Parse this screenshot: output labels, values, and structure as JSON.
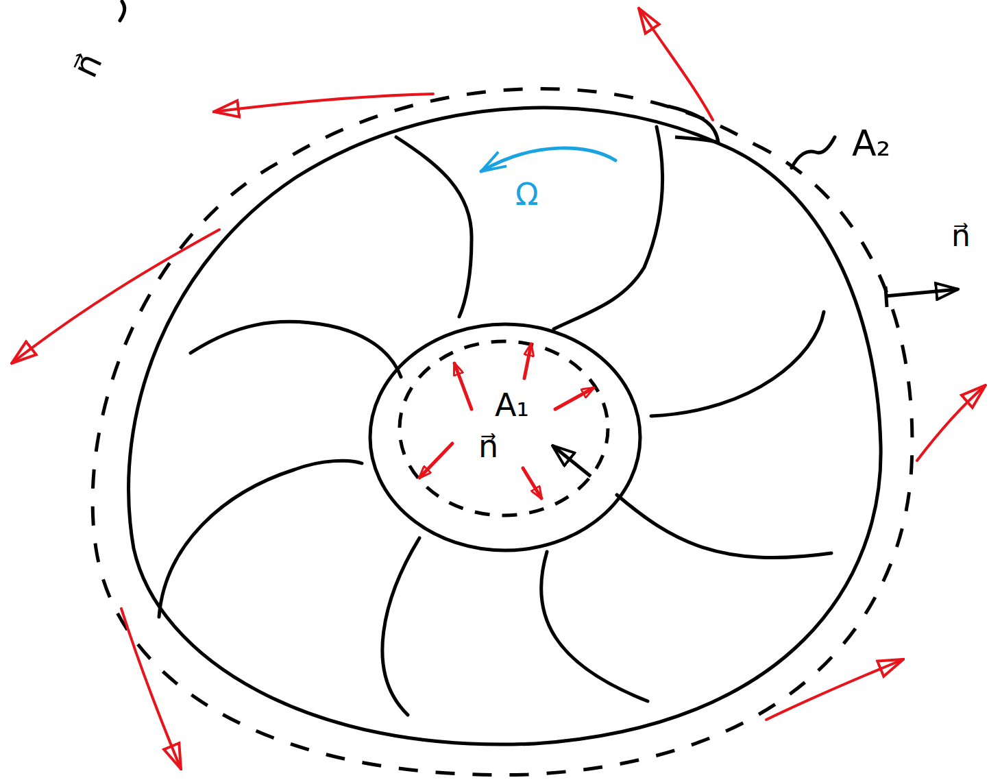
{
  "diagram": {
    "labels": [
      "A₁",
      "n⃗",
      "A₂",
      "Ω",
      "n⃗",
      "n⃗"
    ]
  }
}
